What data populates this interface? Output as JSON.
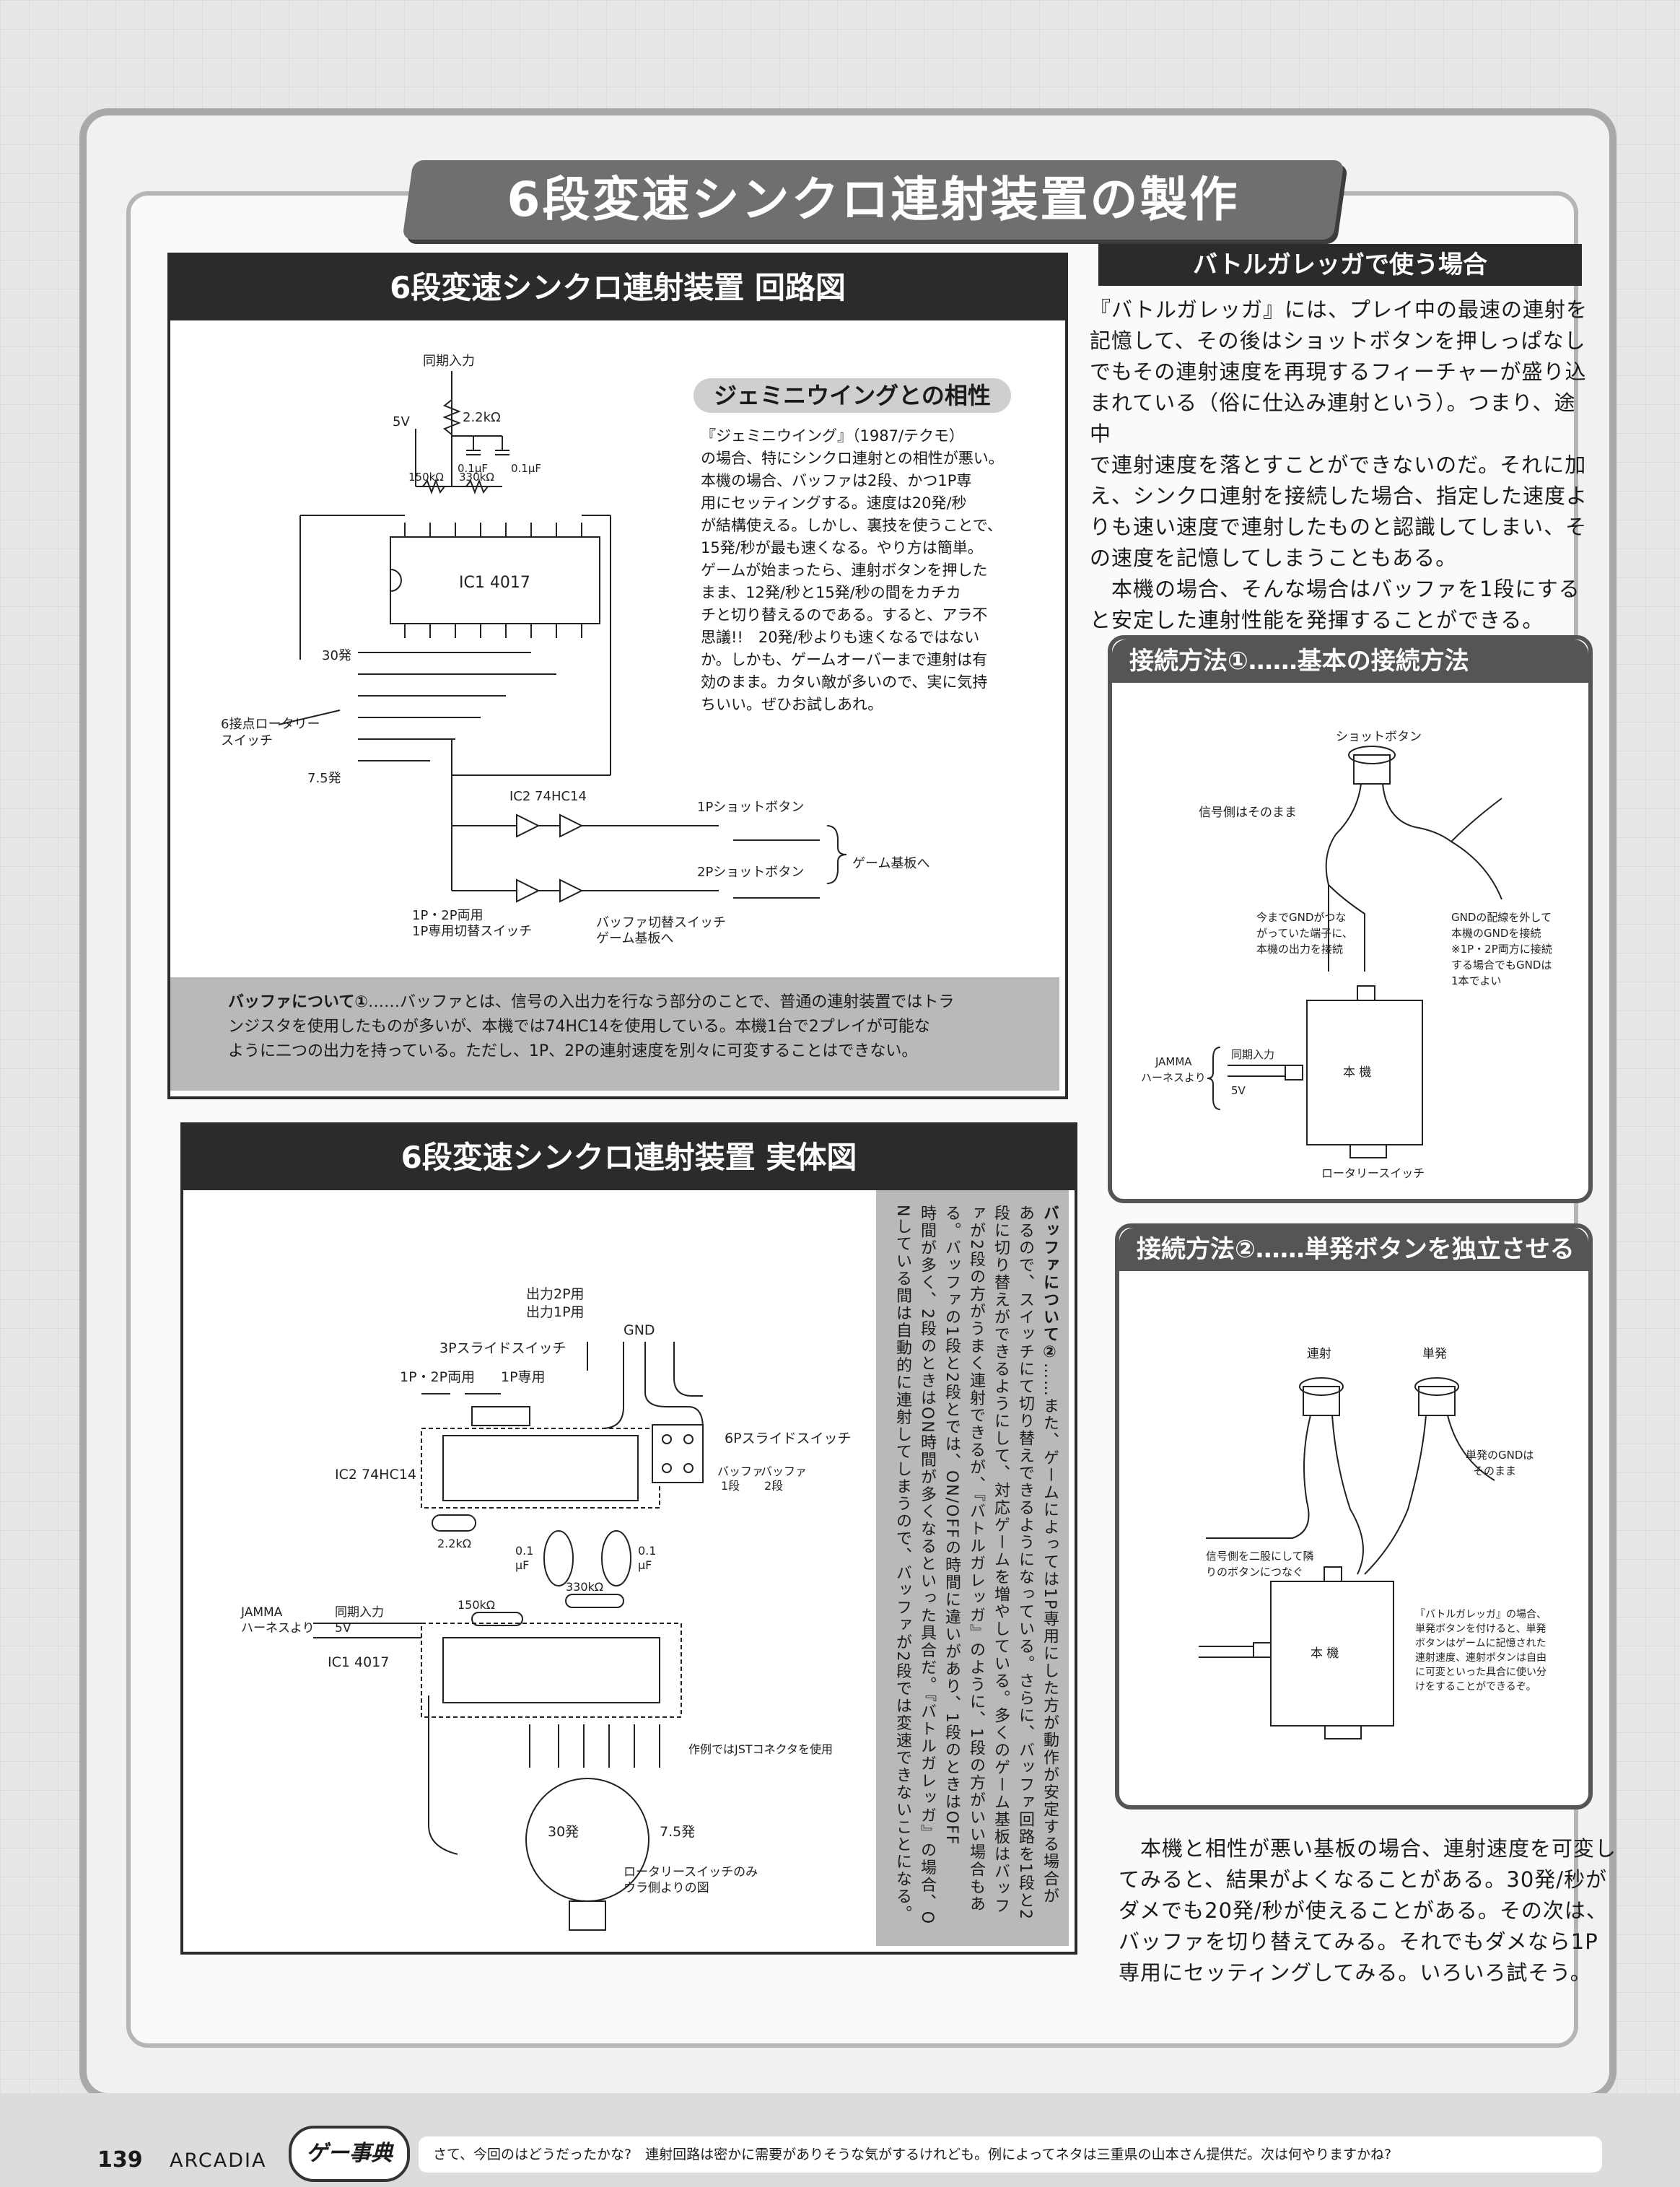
{
  "header": {
    "main_title": "6段変速シンクロ連射装置の製作"
  },
  "schematic": {
    "title": "6段変速シンクロ連射装置 回路図",
    "labels": {
      "sync_input": "同期入力",
      "r1": "2.2kΩ",
      "v5": "5V",
      "c1": "0.1μF",
      "c2": "0.1μF",
      "r2": "150kΩ",
      "r3": "330kΩ",
      "ic1": "IC1 4017",
      "shot30": "30発",
      "rotary": "6接点ロータリー",
      "rotary2": "スイッチ",
      "shot75": "7.5発",
      "ic2": "IC2 74HC14",
      "p1shot": "1Pショットボタン",
      "p2shot": "2Pショットボタン",
      "gameboard": "ゲーム基板へ",
      "sw1": "1P・2P両用",
      "sw2": "1P専用切替スイッチ",
      "bufsw": "バッファ切替スイッチ",
      "gameboard2": "ゲーム基板へ"
    },
    "sidebar_title": "ジェミニウイングとの相性",
    "sidebar_lines": [
      "『ジェミニウイング』（1987/テクモ）",
      "の場合、特にシンクロ連射との相性が悪い。",
      "本機の場合、バッファは2段、かつ1P専",
      "用にセッティングする。速度は20発/秒",
      "が結構使える。しかし、裏技を使うことで、",
      "15発/秒が最も速くなる。やり方は簡単。",
      "ゲームが始まったら、連射ボタンを押した",
      "まま、12発/秒と15発/秒の間をカチカ",
      "チと切り替えるのである。すると、アラ不",
      "思議!!　20発/秒よりも速くなるではない",
      "か。しかも、ゲームオーバーまで連射は有",
      "効のまま。カタい敵が多いので、実に気持",
      "ちいい。ぜひお試しあれ。"
    ],
    "note_label": "バッファについて①",
    "note_lines": [
      "……バッファとは、信号の入出力を行なう部分のことで、普通の連射装置ではトラ",
      "ンジスタを使用したものが多いが、本機では74HC14を使用している。本機1台で2プレイが可能な",
      "ように二つの出力を持っている。ただし、1P、2Pの連射速度を別々に可変することはできない。"
    ]
  },
  "layout_diagram": {
    "title": "6段変速シンクロ連射装置 実体図",
    "labels": {
      "out2p": "出力2P用",
      "out1p": "出力1P用",
      "gnd": "GND",
      "sw3p": "3Pスライドスイッチ",
      "both": "1P・2P両用",
      "p1only": "1P専用",
      "sw6p": "6Pスライドスイッチ",
      "buf1": "バッファ",
      "buf1b": "1段",
      "buf2": "バッファ",
      "buf2b": "2段",
      "ic2": "IC2 74HC14",
      "r1": "2.2kΩ",
      "c1a": "0.1",
      "c1b": "μF",
      "c2a": "0.1",
      "c2b": "μF",
      "r3": "330kΩ",
      "r2": "150kΩ",
      "jamma1": "JAMMA",
      "jamma2": "ハーネスより",
      "sync": "同期入力",
      "v5": "5V",
      "ic1": "IC1 4017",
      "jst": "作例ではJSTコネクタを使用",
      "s30": "30発",
      "s75": "7.5発",
      "rot1": "ロータリースイッチのみ",
      "rot2": "ウラ側よりの図"
    },
    "vertical_label": "バッファについて②",
    "vertical_lines": [
      "……また、ゲームによっては1P専用にした方が動作が安定する場合が",
      "あるので、スイッチにて切り替えできるようになっている。さらに、バッファ回路を1段と2",
      "段に切り替えができるようにして、対応ゲームを増やしている。多くのゲーム基板はバッフ",
      "ァが2段の方がうまく連射できるが、『バトルガレッガ』のように、1段の方がいい場合もあ",
      "る。バッファの1段と2段とでは、ON/OFFの時間に違いがあり、1段のときはOFF",
      "時間が多く、2段のときはON時間が多くなるといった具合だ。『バトルガレッガ』の場合、O",
      "Nしている間は自動的に連射してしまうので、バッファが2段では変速できないことになる。"
    ]
  },
  "garegga": {
    "title": "バトルガレッガで使う場合",
    "lines": [
      "『バトルガレッガ』には、プレイ中の最速の連射を",
      "記憶して、その後はショットボタンを押しっぱなし",
      "でもその連射速度を再現するフィーチャーが盛り込",
      "まれている（俗に仕込み連射という）。つまり、途中",
      "で連射速度を落とすことができないのだ。それに加",
      "え、シンクロ連射を接続した場合、指定した速度よ",
      "りも速い速度で連射したものと認識してしまい、そ",
      "の速度を記憶してしまうこともある。",
      "　本機の場合、そんな場合はバッファを1段にする",
      "と安定した連射性能を発揮することができる。"
    ]
  },
  "connection1": {
    "title": "接続方法①……基本の接続方法",
    "labels": {
      "shot": "ショットボタン",
      "signal": "信号側はそのまま",
      "gnd1": "GNDの配線を外して",
      "gnd2": "本機のGNDを接続",
      "gnd3": "※1P・2P両方に接続",
      "gnd4": "する場合でもGNDは",
      "gnd5": "1本でよい",
      "prev1": "今までGNDがつな",
      "prev2": "がっていた端子に、",
      "prev3": "本機の出力を接続",
      "unit": "本 機",
      "jamma1": "JAMMA",
      "jamma2": "ハーネスより",
      "sync": "同期入力",
      "v5": "5V",
      "rotary": "ロータリースイッチ"
    }
  },
  "connection2": {
    "title": "接続方法②……単発ボタンを独立させる",
    "labels": {
      "rapid": "連射",
      "single": "単発",
      "single_gnd1": "単発のGNDは",
      "single_gnd2": "そのまま",
      "split1": "信号側を二股にして隣",
      "split2": "りのボタンにつなぐ",
      "unit": "本 機",
      "note1": "『バトルガレッガ』の場合、",
      "note2": "単発ボタンを付けると、単発",
      "note3": "ボタンはゲームに記憶された",
      "note4": "連射速度、連射ボタンは自由",
      "note5": "に可変といった具合に使い分",
      "note6": "けをすることができるぞ。"
    }
  },
  "closing": {
    "lines": [
      "　本機と相性が悪い基板の場合、連射速度を可変し",
      "てみると、結果がよくなることがある。30発/秒が",
      "ダメでも20発/秒が使えることがある。その次は、",
      "バッファを切り替えてみる。それでもダメなら1P",
      "専用にセッティングしてみる。いろいろ試そう。"
    ]
  },
  "footer": {
    "page": "139",
    "magazine": "ARCADIA",
    "badge": "ゲー事典",
    "text": "さて、今回のはどうだったかな?　連射回路は密かに需要がありそうな気がするけれども。例によってネタは三重県の山本さん提供だ。次は何やりますかね?"
  }
}
